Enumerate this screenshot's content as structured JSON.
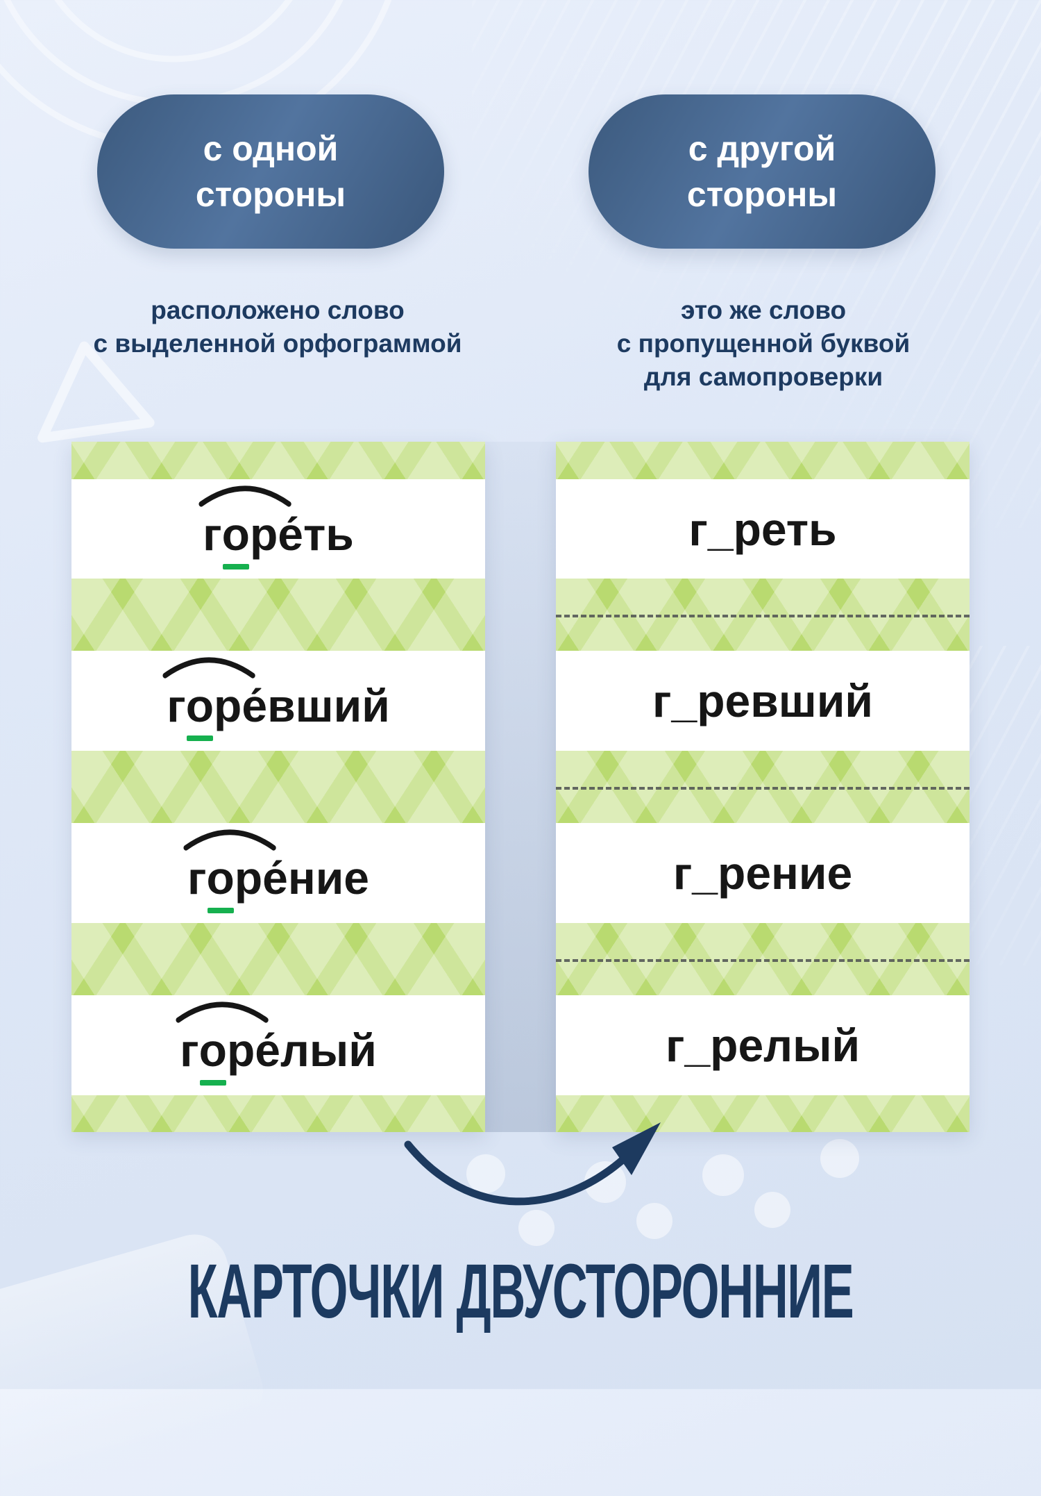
{
  "badges": {
    "left": [
      "с одной",
      "стороны"
    ],
    "right": [
      "с другой",
      "стороны"
    ]
  },
  "descriptions": {
    "left": [
      "расположено слово",
      "с выделенной орфограммой"
    ],
    "right": [
      "это же слово",
      "с пропущенной буквой",
      "для самопроверки"
    ]
  },
  "cards": {
    "front": {
      "words": [
        {
          "pre": "г",
          "vowel": "о",
          "post": "р",
          "rest": "е́ть"
        },
        {
          "pre": "г",
          "vowel": "о",
          "post": "р",
          "rest": "е́вший"
        },
        {
          "pre": "г",
          "vowel": "о",
          "post": "р",
          "rest": "е́ние"
        },
        {
          "pre": "г",
          "vowel": "о",
          "post": "р",
          "rest": "е́лый"
        }
      ]
    },
    "back": {
      "words": [
        "г_реть",
        "г_ревший",
        "г_рение",
        "г_релый"
      ]
    }
  },
  "footer": {
    "title": "КАРТОЧКИ ДВУСТОРОННИЕ"
  },
  "colors": {
    "navy_text": "#1d3a5f",
    "pill_gradient_start": "#3c5a7e",
    "pill_gradient_mid": "#52749f",
    "word_black": "#161616",
    "underline_green": "#16b04f",
    "stripe_green": "#b9da70",
    "stripe_diamond": "#ddecb6",
    "dash_gray": "#4d5052",
    "background_blue": "#dfe8f7",
    "white": "#ffffff"
  }
}
